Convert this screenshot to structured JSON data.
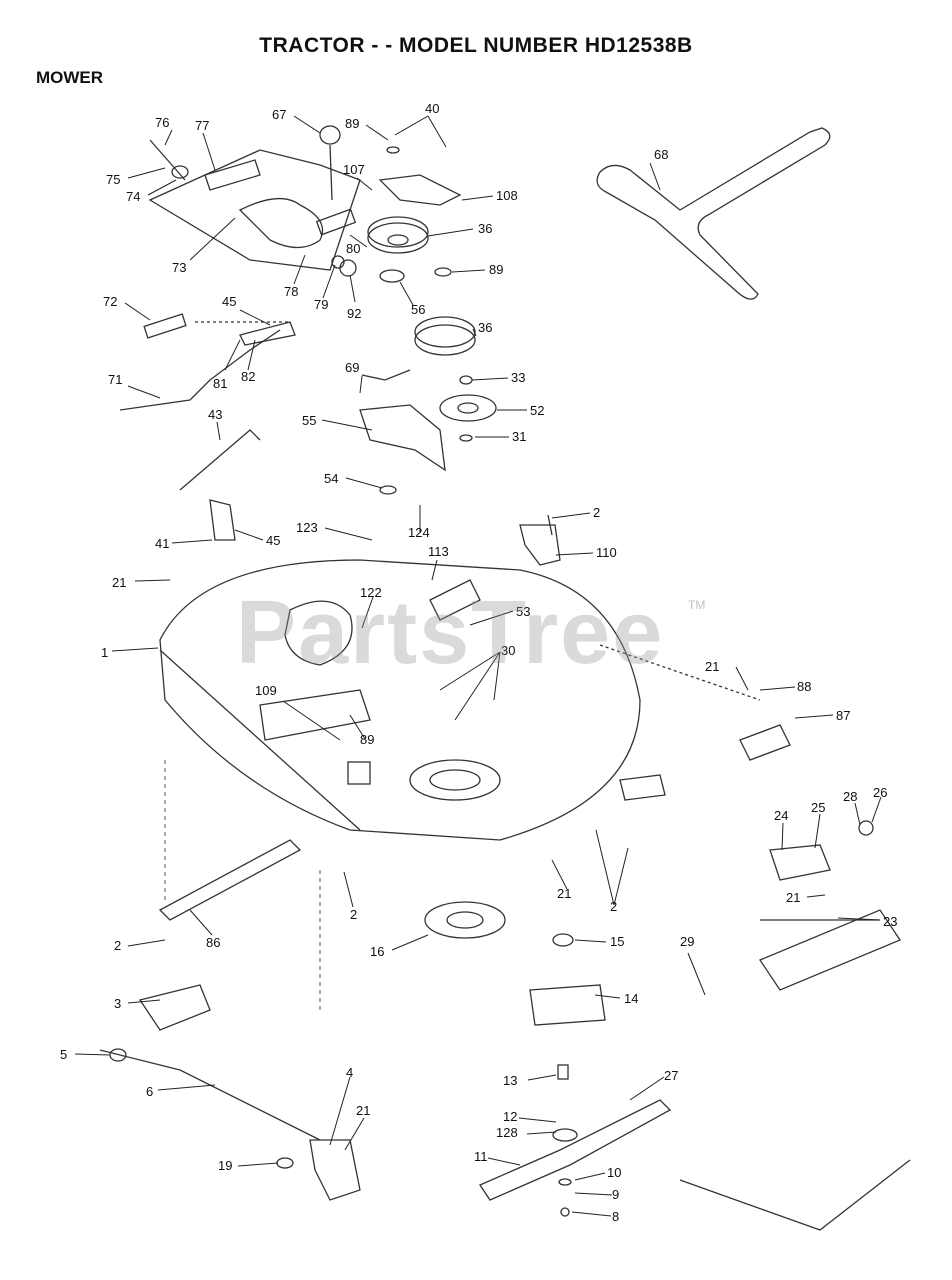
{
  "header": {
    "title": "TRACTOR - - MODEL NUMBER HD12538B",
    "section": "MOWER"
  },
  "watermark": {
    "text": "PartsTree",
    "tm": "TM"
  },
  "callouts": [
    {
      "label": "76"
    },
    {
      "label": "77"
    },
    {
      "label": "67"
    },
    {
      "label": "89"
    },
    {
      "label": "40"
    },
    {
      "label": "68"
    },
    {
      "label": "75"
    },
    {
      "label": "74"
    },
    {
      "label": "107"
    },
    {
      "label": "108"
    },
    {
      "label": "36"
    },
    {
      "label": "80"
    },
    {
      "label": "73"
    },
    {
      "label": "89"
    },
    {
      "label": "78"
    },
    {
      "label": "79"
    },
    {
      "label": "92"
    },
    {
      "label": "56"
    },
    {
      "label": "72"
    },
    {
      "label": "45"
    },
    {
      "label": "36"
    },
    {
      "label": "81"
    },
    {
      "label": "82"
    },
    {
      "label": "69"
    },
    {
      "label": "33"
    },
    {
      "label": "71"
    },
    {
      "label": "52"
    },
    {
      "label": "43"
    },
    {
      "label": "55"
    },
    {
      "label": "31"
    },
    {
      "label": "54"
    },
    {
      "label": "2"
    },
    {
      "label": "123"
    },
    {
      "label": "124"
    },
    {
      "label": "110"
    },
    {
      "label": "41"
    },
    {
      "label": "45"
    },
    {
      "label": "113"
    },
    {
      "label": "21"
    },
    {
      "label": "122"
    },
    {
      "label": "53"
    },
    {
      "label": "1"
    },
    {
      "label": "30"
    },
    {
      "label": "21"
    },
    {
      "label": "88"
    },
    {
      "label": "109"
    },
    {
      "label": "87"
    },
    {
      "label": "89"
    },
    {
      "label": "28"
    },
    {
      "label": "26"
    },
    {
      "label": "24"
    },
    {
      "label": "25"
    },
    {
      "label": "21"
    },
    {
      "label": "21"
    },
    {
      "label": "2"
    },
    {
      "label": "2"
    },
    {
      "label": "23"
    },
    {
      "label": "2"
    },
    {
      "label": "86"
    },
    {
      "label": "16"
    },
    {
      "label": "15"
    },
    {
      "label": "29"
    },
    {
      "label": "3"
    },
    {
      "label": "14"
    },
    {
      "label": "5"
    },
    {
      "label": "6"
    },
    {
      "label": "13"
    },
    {
      "label": "27"
    },
    {
      "label": "4"
    },
    {
      "label": "21"
    },
    {
      "label": "12"
    },
    {
      "label": "128"
    },
    {
      "label": "19"
    },
    {
      "label": "11"
    },
    {
      "label": "10"
    },
    {
      "label": "9"
    },
    {
      "label": "8"
    }
  ]
}
